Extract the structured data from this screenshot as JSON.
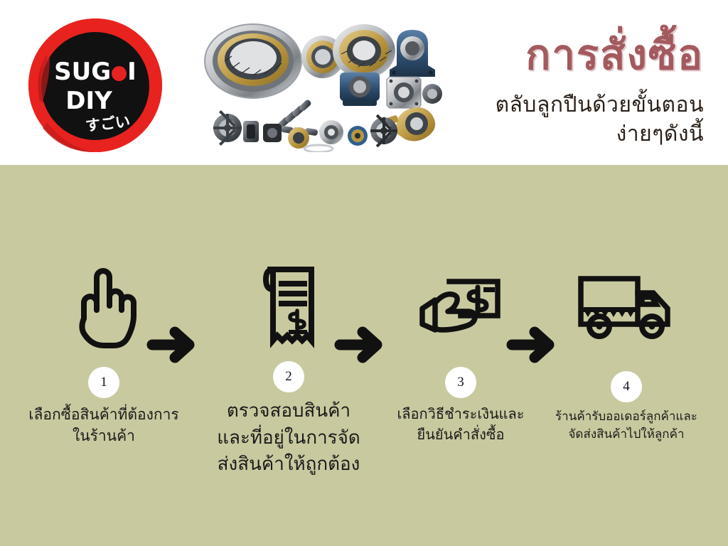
{
  "header": {
    "logo": {
      "brand_line1": "SUG",
      "brand_dot": "o-dot",
      "brand_line1b": "I",
      "brand_line2": "DIY",
      "brand_japanese": "すごい",
      "ring_color": "#e8231f",
      "disc_color": "#111111"
    },
    "collage_alt": "bearings-and-mechanical-parts-photo",
    "title_main": "การสั่งซื้อ",
    "title_sub_line1": "ตลับลูกปืนด้วยขั้นตอน",
    "title_sub_line2": "ง่ายๆดังนี้",
    "title_color": "#a35a5e",
    "subtitle_color": "#2a2018"
  },
  "body": {
    "background_color": "#c9c9a0",
    "steps": [
      {
        "number": "1",
        "icon": "pointing-hand-icon",
        "caption": "เลือกซื้อสินค้าที่ต้องการในร้านค้า"
      },
      {
        "number": "2",
        "icon": "receipt-icon",
        "caption": "ตรวจสอบสินค้าและที่อยู่ในการจัดส่งสินค้าให้ถูกต้อง"
      },
      {
        "number": "3",
        "icon": "hand-with-money-icon",
        "caption": "เลือกวิธีชำระเงินและยืนยันคำสั่งซื้อ"
      },
      {
        "number": "4",
        "icon": "delivery-truck-icon",
        "caption": "ร้านค้ารับออเดอร์ลูกค้าและจัดส่งสินค้าไปให้ลูกค้า"
      }
    ],
    "arrows": [
      {
        "name": "arrow-step1-to-step2"
      },
      {
        "name": "arrow-step2-to-step3"
      },
      {
        "name": "arrow-step3-to-step4"
      }
    ],
    "icon_color": "#111111",
    "number_circle_color": "#ffffff"
  }
}
